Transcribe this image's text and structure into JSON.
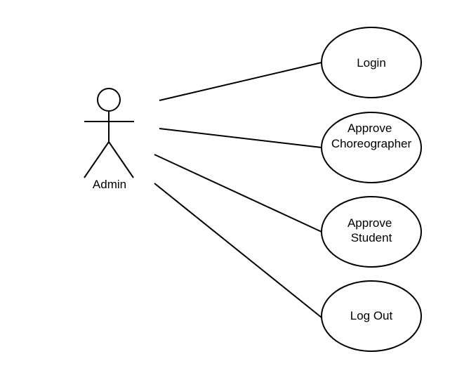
{
  "actor": {
    "name": "Admin",
    "icon": "stick-figure-icon"
  },
  "use_cases": [
    {
      "lines": [
        "Login"
      ]
    },
    {
      "lines": [
        "Approve",
        "Choreographer"
      ]
    },
    {
      "lines": [
        "Approve",
        "Student"
      ]
    },
    {
      "lines": [
        "Log Out"
      ]
    }
  ],
  "colors": {
    "stroke": "#000000",
    "background": "#ffffff"
  }
}
